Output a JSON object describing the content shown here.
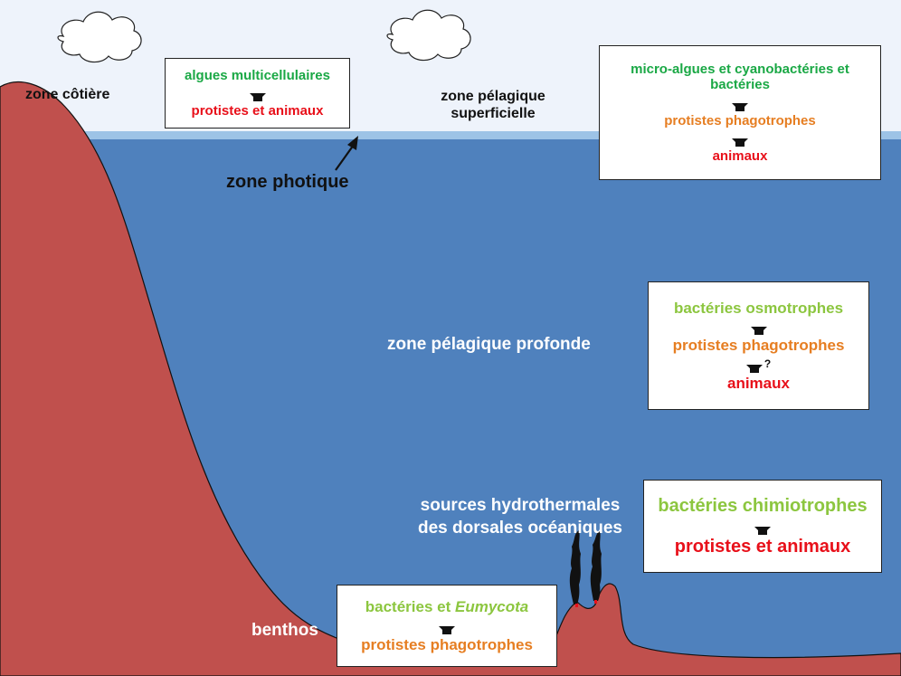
{
  "labels": {
    "coastal_zone": "zone côtière",
    "surface_pelagic_line1": "zone pélagique",
    "surface_pelagic_line2": "superficielle",
    "photic_zone": "zone photique",
    "deep_pelagic": "zone pélagique profonde",
    "hydrothermal_line1": "sources hydrothermales",
    "hydrothermal_line2": "des dorsales océaniques",
    "benthos": "benthos"
  },
  "boxes": {
    "coastal": {
      "producer": "algues multicellulaires",
      "consumer": "protistes et animaux"
    },
    "surface": {
      "producer_line1": "micro-algues et cyanobactéries et",
      "producer_line2": "bactéries",
      "middle": "protistes phagotrophes",
      "consumer": "animaux"
    },
    "deep": {
      "producer": "bactéries osmotrophes",
      "middle": "protistes phagotrophes",
      "uncertain_mark": "?",
      "consumer": "animaux"
    },
    "hydrothermal": {
      "producer": "bactéries chimiotrophes",
      "consumer": "protistes et animaux"
    },
    "benthos": {
      "producer_prefix": "bactéries et ",
      "producer_italic": "Eumycota",
      "consumer": "protistes phagotrophes"
    }
  },
  "colors": {
    "sky": "#eef3fb",
    "ocean": "#4f81bd",
    "photic_band": "#9dc3e6",
    "land": "#c0504d",
    "autotroph_green": "#1aa845",
    "other_producer_green": "#8cc63f",
    "protist_orange": "#e67e22",
    "animal_red": "#e8101a"
  },
  "icons": [
    "cloud-icon",
    "down-arrow-icon",
    "black-smoker-icon",
    "pointer-arrow-icon"
  ]
}
